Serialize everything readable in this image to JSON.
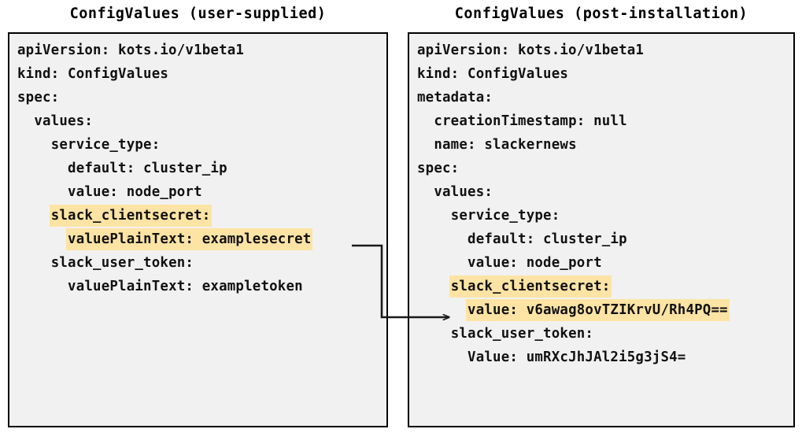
{
  "diagram": {
    "title_left": "ConfigValues (user-supplied)",
    "title_right": "ConfigValues (post-installation)",
    "highlight_color": "#fde4a4",
    "panel_background": "#f1f1f1",
    "border_color": "#000000",
    "connector": {
      "label": "maps-to-arrow",
      "from": "valuePlainText: examplesecret",
      "to": "value: v6awag8ovTZIKrvU/Rh4PQ=="
    }
  },
  "left_panel": {
    "name": "ConfigValues (user-supplied)",
    "lines": [
      {
        "text": "apiVersion: kots.io/v1beta1",
        "highlight": false
      },
      {
        "text": "kind: ConfigValues",
        "highlight": false
      },
      {
        "text": "spec:",
        "highlight": false
      },
      {
        "text": "  values:",
        "highlight": false
      },
      {
        "text": "    service_type:",
        "highlight": false
      },
      {
        "text": "      default: cluster_ip",
        "highlight": false
      },
      {
        "text": "      value: node_port",
        "highlight": false
      },
      {
        "text": "    slack_clientsecret:",
        "highlight": true
      },
      {
        "text": "      valuePlainText: examplesecret",
        "highlight": true
      },
      {
        "text": "    slack_user_token:",
        "highlight": false
      },
      {
        "text": "      valuePlainText: exampletoken",
        "highlight": false
      }
    ]
  },
  "right_panel": {
    "name": "ConfigValues (post-installation)",
    "lines": [
      {
        "text": "apiVersion: kots.io/v1beta1",
        "highlight": false
      },
      {
        "text": "kind: ConfigValues",
        "highlight": false
      },
      {
        "text": "metadata:",
        "highlight": false
      },
      {
        "text": "  creationTimestamp: null",
        "highlight": false
      },
      {
        "text": "  name: slackernews",
        "highlight": false
      },
      {
        "text": "spec:",
        "highlight": false
      },
      {
        "text": "  values:",
        "highlight": false
      },
      {
        "text": "    service_type:",
        "highlight": false
      },
      {
        "text": "      default: cluster_ip",
        "highlight": false
      },
      {
        "text": "      value: node_port",
        "highlight": false
      },
      {
        "text": "    slack_clientsecret:",
        "highlight": true
      },
      {
        "text": "      value: v6awag8ovTZIKrvU/Rh4PQ==",
        "highlight": true
      },
      {
        "text": "    slack_user_token:",
        "highlight": false
      },
      {
        "text": "      Value: umRXcJhJAl2i5g3jS4=",
        "highlight": false
      }
    ]
  }
}
